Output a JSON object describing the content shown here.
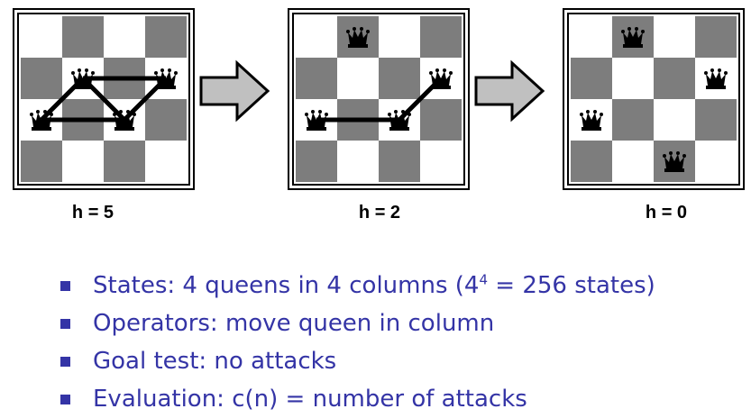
{
  "colors": {
    "dark_square": "#7d7d7d",
    "light_square": "#ffffff",
    "border": "#000000",
    "arrow_fill": "#c0c0c0",
    "bullet_text": "#3434a6"
  },
  "boards": [
    {
      "h_label": "h = 5",
      "queens": [
        {
          "col": 0,
          "row": 2
        },
        {
          "col": 1,
          "row": 1
        },
        {
          "col": 2,
          "row": 2
        },
        {
          "col": 3,
          "row": 1
        }
      ],
      "attacks": [
        [
          0,
          1
        ],
        [
          0,
          2
        ],
        [
          1,
          3
        ],
        [
          2,
          3
        ],
        [
          1,
          2
        ]
      ]
    },
    {
      "h_label": "h = 2",
      "queens": [
        {
          "col": 0,
          "row": 2
        },
        {
          "col": 1,
          "row": 0
        },
        {
          "col": 2,
          "row": 2
        },
        {
          "col": 3,
          "row": 1
        }
      ],
      "attacks": [
        [
          0,
          2
        ],
        [
          2,
          3
        ]
      ]
    },
    {
      "h_label": "h = 0",
      "queens": [
        {
          "col": 0,
          "row": 2
        },
        {
          "col": 1,
          "row": 0
        },
        {
          "col": 2,
          "row": 3
        },
        {
          "col": 3,
          "row": 1
        }
      ],
      "attacks": []
    }
  ],
  "bullets": [
    {
      "text": "States: 4 queens in 4 columns (4",
      "sup": "4",
      "after": " = 256 states)"
    },
    {
      "text": "Operators: move queen in column"
    },
    {
      "text": "Goal test: no attacks"
    },
    {
      "text": "Evaluation: c(n) = number of attacks"
    }
  ]
}
